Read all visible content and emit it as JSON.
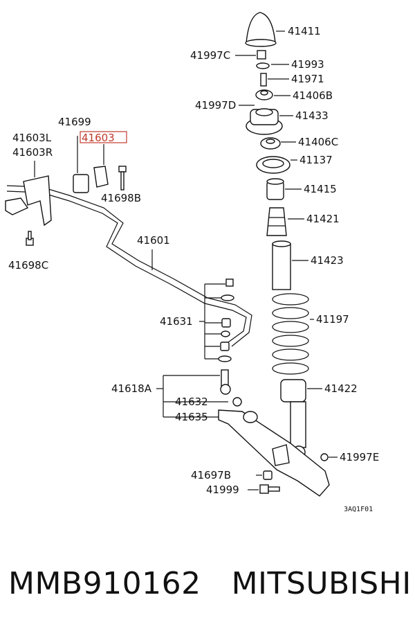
{
  "labels": {
    "l41411": "41411",
    "l41997C": "41997C",
    "l41993": "41993",
    "l41971": "41971",
    "l41406B": "41406B",
    "l41997D": "41997D",
    "l41433": "41433",
    "l41699": "41699",
    "l41603": "41603",
    "l41603L": "41603L",
    "l41603R": "41603R",
    "l41406C": "41406C",
    "l41137": "41137",
    "l41698B": "41698B",
    "l41415": "41415",
    "l41421": "41421",
    "l41601": "41601",
    "l41698C": "41698C",
    "l41423": "41423",
    "l41631": "41631",
    "l41197": "41197",
    "l41618A": "41618A",
    "l41422": "41422",
    "l41632": "41632",
    "l41635": "41635",
    "l41997E": "41997E",
    "l41697B": "41697B",
    "l41999": "41999",
    "code": "3AQ1F01"
  },
  "footer": {
    "part_number": "MMB910162",
    "brand": "MITSUBISHI"
  },
  "colors": {
    "highlight": "#c0392b",
    "ink": "#111111"
  }
}
